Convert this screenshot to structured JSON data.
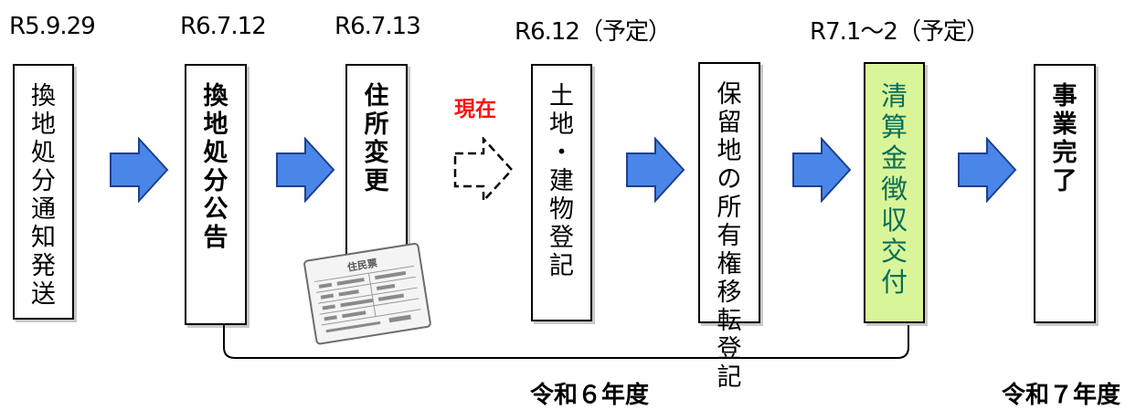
{
  "dates": [
    "R5.9.29",
    "R6.7.12",
    "R6.7.13",
    "R6.12（予定）",
    "R7.1～2（予定）"
  ],
  "steps": [
    {
      "text": "換地処分通知発送"
    },
    {
      "text": "換地処分公告"
    },
    {
      "text": "住所変更"
    },
    {
      "text": "土地・建物登記"
    },
    {
      "text": "保留地の所有権移転登記"
    },
    {
      "text": "清算金徴収交付"
    },
    {
      "text": "事業完了"
    }
  ],
  "now_label": "現在",
  "card_title": "住民票",
  "fiscal_years": [
    "令和６年度",
    "令和７年度"
  ],
  "colors": {
    "arrow_fill": "#4a86e8",
    "arrow_stroke": "#1f3f8f",
    "highlight": "#d9f59a",
    "now": "#ff1010"
  }
}
